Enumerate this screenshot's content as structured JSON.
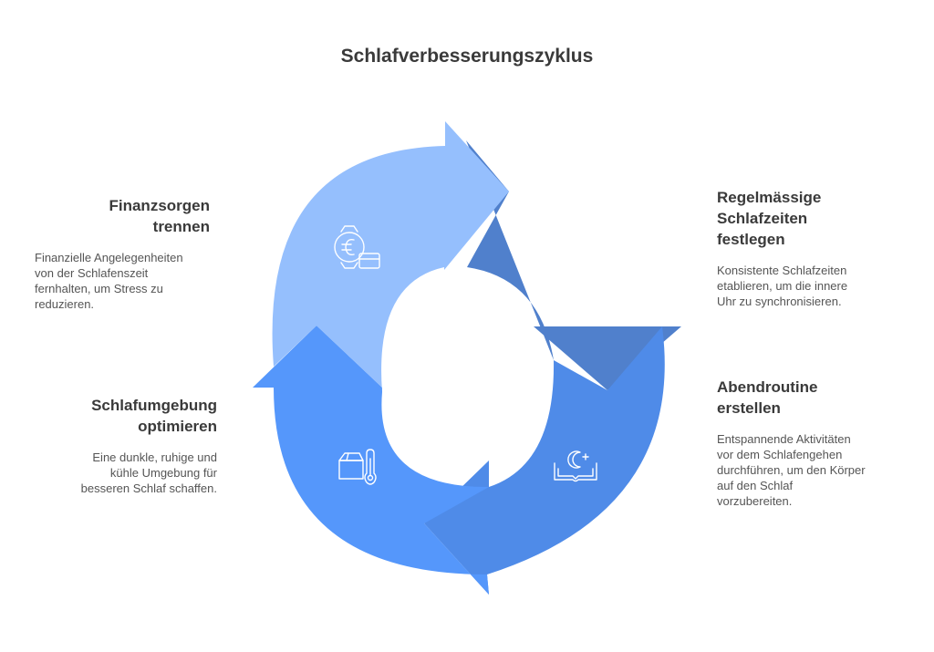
{
  "title": "Schlafverbesserungszyklus",
  "steps": [
    {
      "head": "Regelmässige\nSchlafzeiten\nfestlegen",
      "desc": "Konsistente Schlafzeiten\netablieren, um die innere\nUhr zu synchronisieren.",
      "icon": "hand-clock-icon",
      "color": "#5080cc"
    },
    {
      "head": "Abendroutine\nerstellen",
      "desc": "Entspannende Aktivitäten\nvor dem Schlafengehen\ndurchführen, um den Körper\nauf den Schlaf\nvorzubereiten.",
      "icon": "moon-book-icon",
      "color": "#4f8be8"
    },
    {
      "head": "Schlafumgebung\noptimieren",
      "desc": "Eine dunkle, ruhige und\nkühle Umgebung für\nbesseren Schlaf schaffen.",
      "icon": "box-thermometer-icon",
      "color": "#5597fb"
    },
    {
      "head": "Finanzsorgen\ntrennen",
      "desc": "Finanzielle Angelegenheiten\nvon der Schlafenszeit\nfernhalten, um Stress zu\nreduzieren.",
      "icon": "euro-card-icon",
      "color": "#95bffd"
    }
  ]
}
